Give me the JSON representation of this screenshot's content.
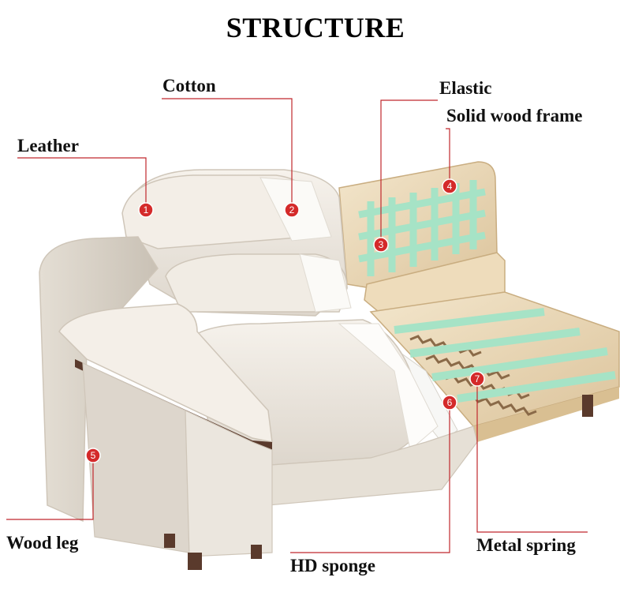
{
  "title": "STRUCTURE",
  "colors": {
    "leader_line": "#c0282d",
    "marker_fill": "#d42a2a",
    "leather": "#ece7df",
    "wood": "#ead8b8",
    "elastic_band": "#a6e3c6",
    "dark_trim": "#5a3a2c"
  },
  "parts": [
    {
      "number": "1",
      "label": "Leather"
    },
    {
      "number": "2",
      "label": "Cotton"
    },
    {
      "number": "3",
      "label": "Elastic"
    },
    {
      "number": "4",
      "label": "Solid wood frame"
    },
    {
      "number": "5",
      "label": "Wood leg"
    },
    {
      "number": "6",
      "label": "HD sponge"
    },
    {
      "number": "7",
      "label": "Metal spring"
    }
  ]
}
